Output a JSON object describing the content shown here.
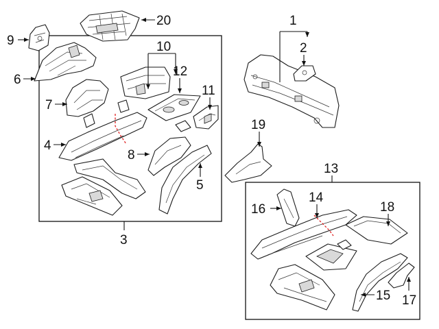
{
  "callouts": {
    "c1": "1",
    "c2": "2",
    "c3": "3",
    "c4": "4",
    "c5": "5",
    "c6": "6",
    "c7": "7",
    "c8": "8",
    "c9": "9",
    "c10": "10",
    "c11": "11",
    "c12": "12",
    "c13": "13",
    "c14": "14",
    "c15": "15",
    "c16": "16",
    "c17": "17",
    "c18": "18",
    "c19": "19",
    "c20": "20"
  },
  "colors": {
    "line": "#1a1a1a",
    "cut_line": "#e02020",
    "background": "#ffffff"
  }
}
